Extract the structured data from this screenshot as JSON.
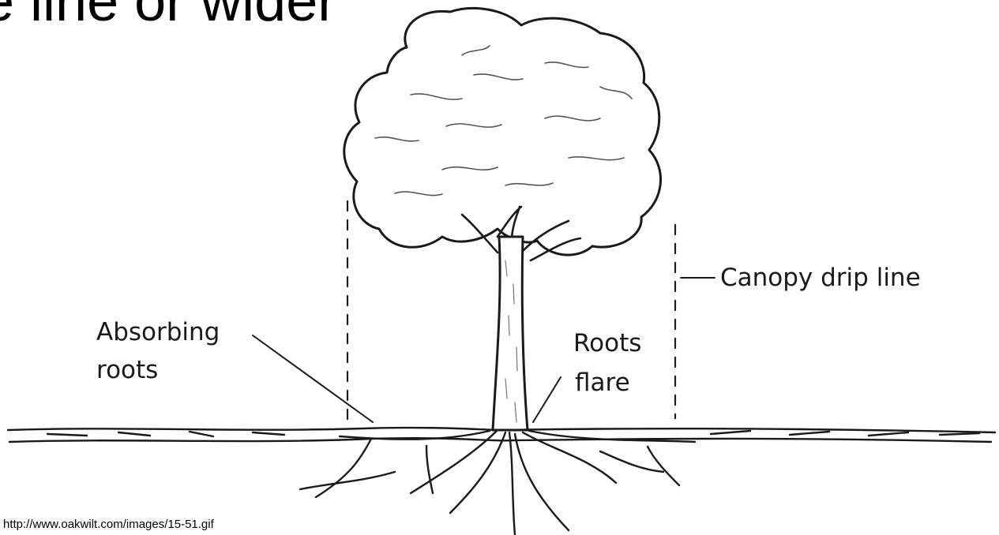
{
  "slide": {
    "heading_fragment": "e line or wider",
    "source_url": "http://www.oakwilt.com/images/15-51.gif"
  },
  "diagram": {
    "subject": "tree-root-zone",
    "labels": {
      "canopy_drip_line": "Canopy drip line",
      "absorbing_roots_line1": "Absorbing",
      "absorbing_roots_line2": "roots",
      "roots_flare_line1": "Roots",
      "roots_flare_line2": "flare"
    },
    "colors": {
      "ink": "#1a1a1a",
      "background": "#ffffff"
    }
  }
}
